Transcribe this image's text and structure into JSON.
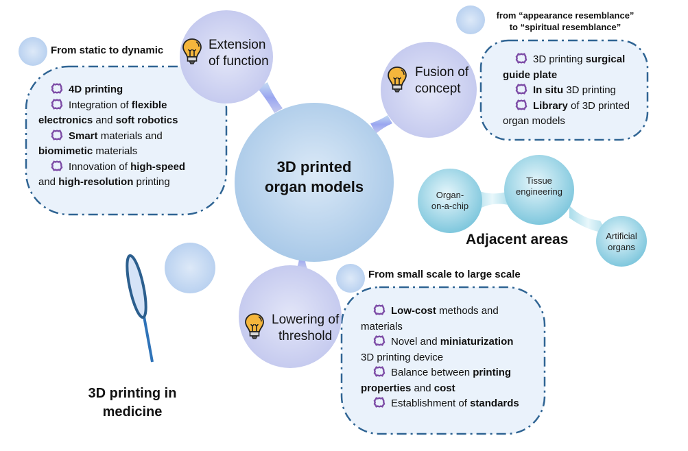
{
  "center": {
    "title_line1": "3D printed",
    "title_line2": "organ models"
  },
  "branches": [
    {
      "id": "extension",
      "label_line1": "Extension",
      "label_line2": "of function",
      "icon": "lightbulb-icon",
      "subtitle": "From static to dynamic",
      "items": [
        [
          {
            "t": "4D printing",
            "b": true
          }
        ],
        [
          {
            "t": "Integration of ",
            "b": false
          },
          {
            "t": "flexible",
            "b": true
          },
          {
            "br": true
          },
          {
            "t": "electronics",
            "b": true
          },
          {
            "t": " and ",
            "b": false
          },
          {
            "t": "soft robotics",
            "b": true
          }
        ],
        [
          {
            "t": "Smart",
            "b": true
          },
          {
            "t": " materials and",
            "b": false
          },
          {
            "br": true
          },
          {
            "t": "biomimetic",
            "b": true
          },
          {
            "t": " materials",
            "b": false
          }
        ],
        [
          {
            "t": "Innovation of ",
            "b": false
          },
          {
            "t": "high-speed",
            "b": true
          },
          {
            "br": true
          },
          {
            "t": "and ",
            "b": false
          },
          {
            "t": "high-resolution",
            "b": true
          },
          {
            "t": " printing",
            "b": false
          }
        ]
      ]
    },
    {
      "id": "fusion",
      "label_line1": "Fusion of",
      "label_line2": "concept",
      "icon": "lightbulb-icon",
      "subtitle_line1": "from “appearance resemblance”",
      "subtitle_line2": "to “spiritual resemblance”",
      "items": [
        [
          {
            "t": "3D printing ",
            "b": false
          },
          {
            "t": "surgical",
            "b": true
          },
          {
            "br": true
          },
          {
            "t": "guide plate",
            "b": true
          }
        ],
        [
          {
            "t": "In situ",
            "b": true
          },
          {
            "t": " 3D printing",
            "b": false
          }
        ],
        [
          {
            "t": "Library",
            "b": true
          },
          {
            "t": " of 3D printed",
            "b": false
          },
          {
            "br": true
          },
          {
            "t": "organ models",
            "b": false
          }
        ]
      ]
    },
    {
      "id": "lowering",
      "label_line1": "Lowering of",
      "label_line2": "threshold",
      "icon": "lightbulb-icon",
      "subtitle": "From small scale to large scale",
      "items": [
        [
          {
            "t": "Low-cost",
            "b": true
          },
          {
            "t": " methods and",
            "b": false
          },
          {
            "br": true
          },
          {
            "t": "materials",
            "b": false
          }
        ],
        [
          {
            "t": "Novel and ",
            "b": false
          },
          {
            "t": "miniaturization",
            "b": true
          },
          {
            "br": true
          },
          {
            "t": "3D printing device",
            "b": false
          }
        ],
        [
          {
            "t": "Balance between ",
            "b": false
          },
          {
            "t": "printing",
            "b": true
          },
          {
            "br": true
          },
          {
            "t": "properties",
            "b": true
          },
          {
            "t": " and ",
            "b": false
          },
          {
            "t": "cost",
            "b": true
          }
        ],
        [
          {
            "t": "Establishment of ",
            "b": false
          },
          {
            "t": "standards",
            "b": true
          }
        ]
      ]
    }
  ],
  "adjacent": {
    "title": "Adjacent areas",
    "nodes": [
      {
        "line1": "Organ-",
        "line2": "on-a-chip"
      },
      {
        "line1": "Tissue",
        "line2": "engineering"
      },
      {
        "line1": "Artificial",
        "line2": "organs"
      }
    ]
  },
  "medicine": {
    "title_line1": "3D printing in",
    "title_line2": "medicine",
    "icon": "bubble-wand-icon"
  },
  "colors": {
    "center_bubble": "#b3cfea",
    "branch_bubble": "#c9cdf0",
    "small_bubble": "#c2d8f2",
    "panel_fill": "#eaf2fb",
    "panel_border": "#2f6493",
    "gear": "#7d4ca6",
    "bulb": "#f5b63c",
    "adjacent_bubble": "#8fd0e2"
  }
}
